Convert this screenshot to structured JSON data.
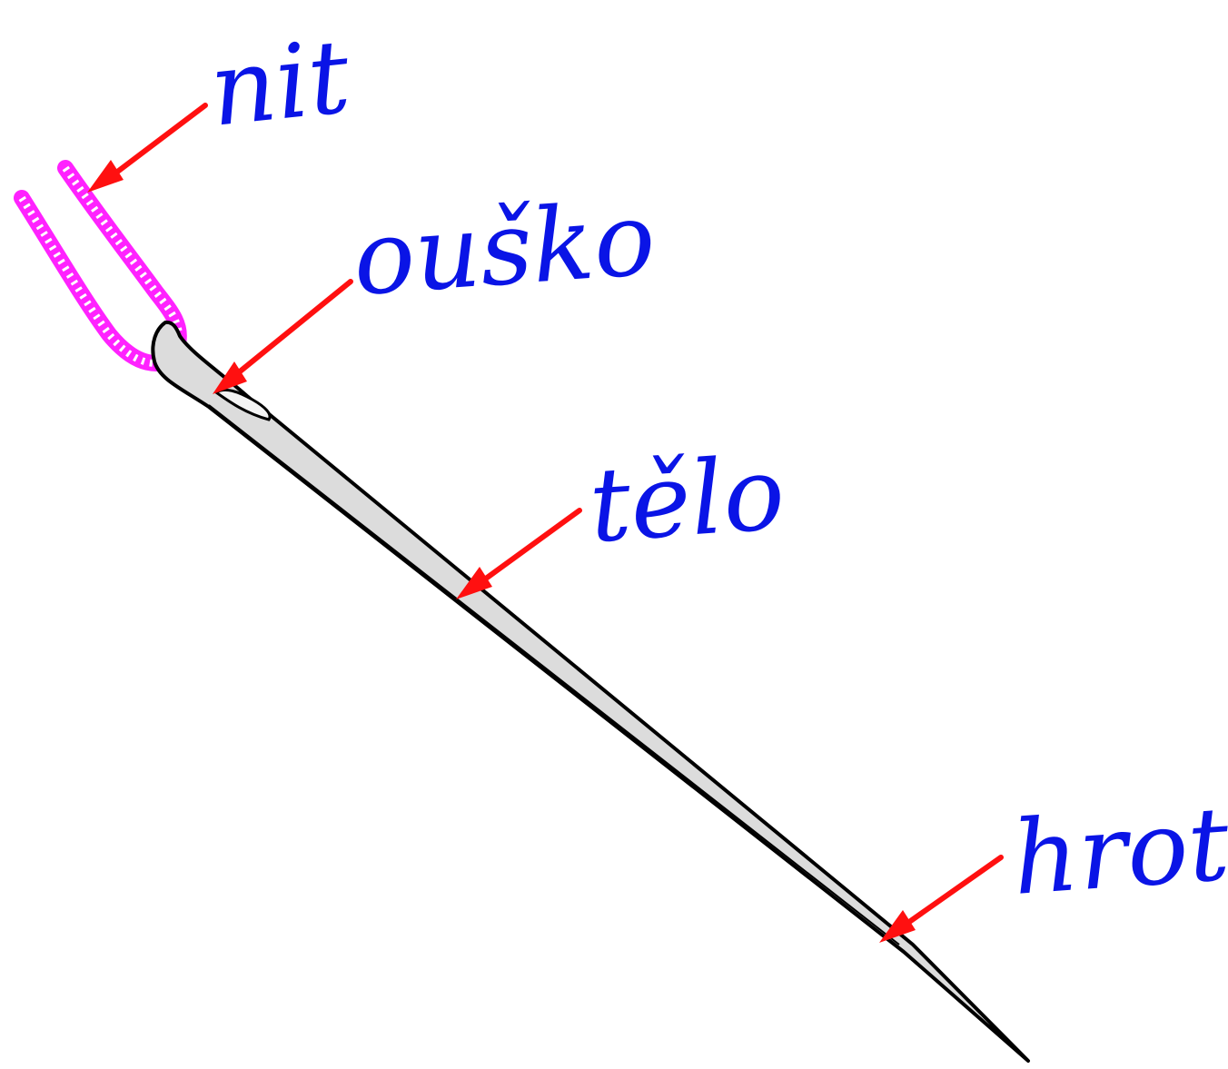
{
  "colors": {
    "background": "#ffffff",
    "label": "#0a14e6",
    "arrow": "#ff1010",
    "thread": "#ff22ff",
    "needle_fill": "#dcdcdc",
    "needle_outline": "#000000"
  },
  "labels": {
    "thread": "nit",
    "eye": "ouško",
    "body": "tělo",
    "tip": "hrot"
  }
}
